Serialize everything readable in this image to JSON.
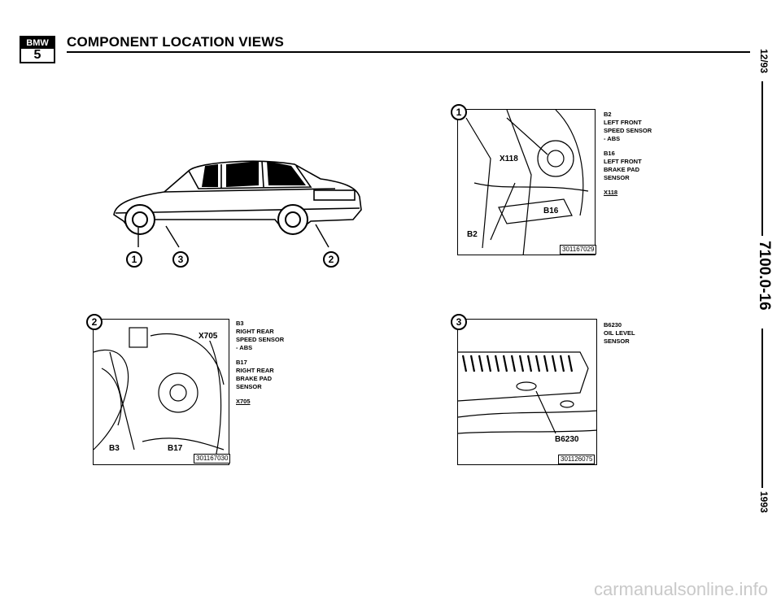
{
  "header": {
    "logo_brand": "BMW",
    "logo_series": "5",
    "title": "COMPONENT LOCATION VIEWS"
  },
  "sidebar": {
    "date": "12/93",
    "section": "7100.0-16",
    "year": "1993"
  },
  "car_view": {
    "callouts": [
      "1",
      "3",
      "2"
    ]
  },
  "panels": {
    "p1": {
      "number": "1",
      "ref": "301167029",
      "tags": [
        "X118",
        "B16",
        "B2"
      ],
      "legend": [
        "B2",
        "LEFT FRONT",
        "SPEED SENSOR",
        "- ABS",
        "B16",
        "LEFT FRONT",
        "BRAKE PAD",
        "SENSOR",
        "X118"
      ]
    },
    "p2": {
      "number": "2",
      "ref": "301167030",
      "tags": [
        "X705",
        "B3",
        "B17"
      ],
      "legend": [
        "B3",
        "RIGHT REAR",
        "SPEED SENSOR",
        "- ABS",
        "B17",
        "RIGHT REAR",
        "BRAKE PAD",
        "SENSOR",
        "X705"
      ]
    },
    "p3": {
      "number": "3",
      "ref": "301126075",
      "tags": [
        "B6230"
      ],
      "legend": [
        "B6230",
        "OIL LEVEL",
        "SENSOR"
      ]
    }
  },
  "watermark": "carmanualsonline.info"
}
